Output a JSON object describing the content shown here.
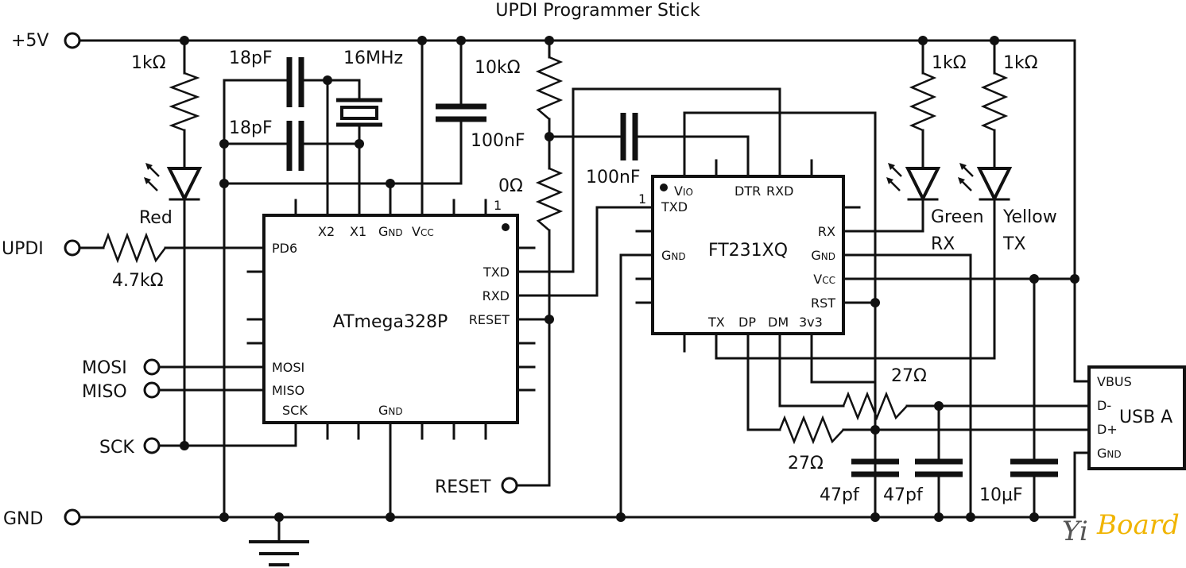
{
  "title": "UPDI Programmer Stick",
  "terminals": {
    "vcc": "+5V",
    "updi": "UPDI",
    "mosi": "MOSI",
    "miso": "MISO",
    "sck": "SCK",
    "gnd": "GND",
    "reset": "RESET"
  },
  "components": {
    "r_led_red": "1kΩ",
    "led_red": "Red",
    "r_updi": "4.7kΩ",
    "c_xtal1": "18pF",
    "c_xtal2": "18pF",
    "crystal": "16MHz",
    "c_vcc": "100nF",
    "r_reset_pullup": "10kΩ",
    "r_reset_series": "0Ω",
    "c_reset": "100nF",
    "r_led_green": "1kΩ",
    "r_led_yellow": "1kΩ",
    "led_green": "Green",
    "led_green_sub": "RX",
    "led_yellow": "Yellow",
    "led_yellow_sub": "TX",
    "r_dm": "27Ω",
    "r_dp": "27Ω",
    "c_dp": "47pf",
    "c_dm": "47pf",
    "c_vbus": "10µF"
  },
  "atmega": {
    "name": "ATmega328P",
    "pin1": "1",
    "top_pins": [
      "X2",
      "X1",
      "GND",
      "VCC"
    ],
    "left_pins": [
      "PD6",
      "MOSI",
      "MISO",
      "SCK"
    ],
    "right_pins": [
      "TXD",
      "RXD",
      "RESET"
    ],
    "bottom_pins": [
      "GND"
    ]
  },
  "ft231": {
    "name": "FT231XQ",
    "pin1": "1",
    "top_pins": [
      "VIO",
      "DTR",
      "RXD"
    ],
    "left_pins": [
      "TXD",
      "GND"
    ],
    "right_pins": [
      "RX",
      "GND",
      "VCC",
      "RST"
    ],
    "bottom_pins": [
      "TX",
      "DP",
      "DM",
      "3v3"
    ]
  },
  "usb": {
    "name": "USB A",
    "pins": [
      "VBUS",
      "D-",
      "D+",
      "GND"
    ]
  },
  "watermark": {
    "part1": "Yi",
    "part2": "Board",
    "color1": "#555555",
    "color2": "#f0b400"
  }
}
